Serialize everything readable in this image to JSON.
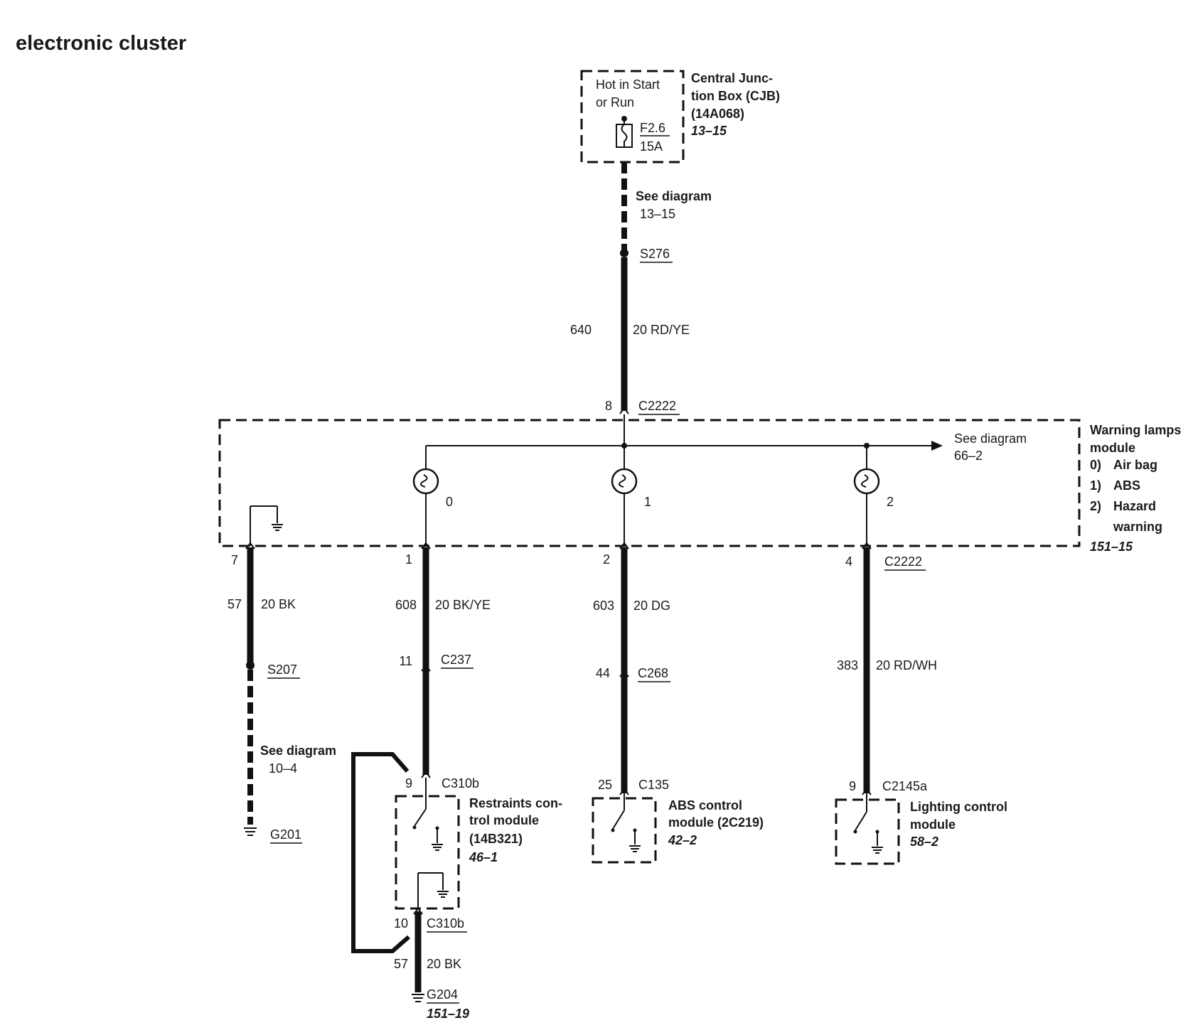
{
  "title": "electronic cluster",
  "cjb": {
    "power_line1": "Hot in Start",
    "power_line2": "or Run",
    "fuse_id": "F2.6",
    "fuse_rating": "15A",
    "name_line1": "Central Junc-",
    "name_line2": "tion Box (CJB)",
    "part_no": "(14A068)",
    "ref": "13–15"
  },
  "feed": {
    "see_diagram": "See diagram",
    "see_ref": "13–15",
    "splice": "S276",
    "circuit": "640",
    "wire": "20 RD/YE",
    "pin": "8",
    "connector": "C2222"
  },
  "wlm": {
    "see_diagram": "See diagram",
    "see_ref": "66–2",
    "name_line1": "Warning lamps",
    "name_line2": "module",
    "lamps": [
      {
        "num": "0)",
        "label": "Air bag"
      },
      {
        "num": "1)",
        "label": "ABS"
      },
      {
        "num": "2)",
        "label": "Hazard"
      },
      {
        "num": "",
        "label": "warning"
      }
    ],
    "lamp_ids": [
      "0",
      "1",
      "2"
    ],
    "ref": "151–15"
  },
  "branches": {
    "ground": {
      "pin": "7",
      "circuit": "57",
      "wire": "20 BK",
      "splice": "S207",
      "see_diagram": "See diagram",
      "see_ref": "10–4",
      "ground": "G201"
    },
    "restraints": {
      "pin": "1",
      "circuit": "608",
      "wire": "20 BK/YE",
      "inline_pin": "11",
      "inline_conn": "C237",
      "module_pin": "9",
      "module_conn": "C310b",
      "name_line1": "Restraints con-",
      "name_line2": "trol module",
      "part_no": "(14B321)",
      "ref": "46–1",
      "out_pin": "10",
      "out_conn": "C310b",
      "out_circuit": "57",
      "out_wire": "20 BK",
      "ground": "G204",
      "ground_ref": "151–19"
    },
    "abs": {
      "pin": "2",
      "circuit": "603",
      "wire": "20 DG",
      "inline_pin": "44",
      "inline_conn": "C268",
      "module_pin": "25",
      "module_conn": "C135",
      "name_line1": "ABS control",
      "name_line2": "module (2C219)",
      "ref": "42–2"
    },
    "lighting": {
      "pin": "4",
      "connector": "C2222",
      "circuit": "383",
      "wire": "20 RD/WH",
      "module_pin": "9",
      "module_conn": "C2145a",
      "name_line1": "Lighting control",
      "name_line2": "module",
      "ref": "58–2"
    }
  }
}
